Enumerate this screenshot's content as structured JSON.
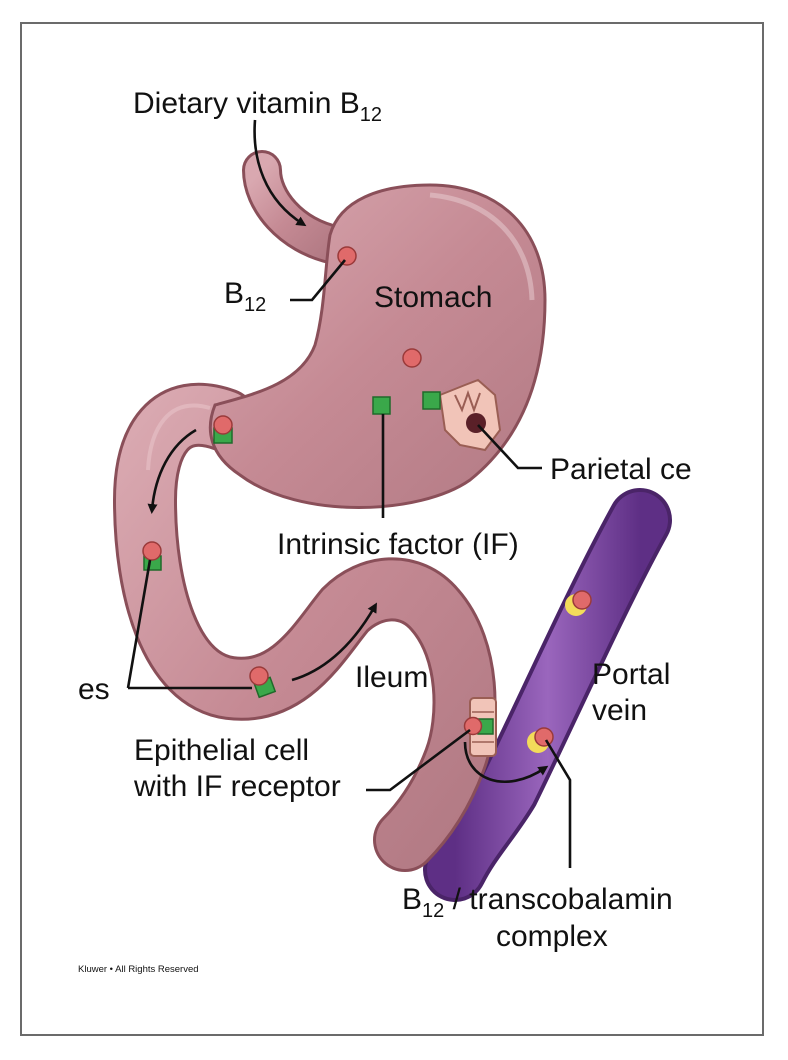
{
  "labels": {
    "dietary_prefix": "Dietary vitamin B",
    "dietary_sub": "12",
    "b12_prefix": "B",
    "b12_sub": "12",
    "stomach": "Stomach",
    "parietal": "Parietal ce",
    "intrinsic_factor": "Intrinsic factor (IF)",
    "complexes_partial": "es",
    "ileum": "Ileum",
    "portal_line1": "Portal",
    "portal_line2": "vein",
    "epithelial_line1": "Epithelial cell",
    "epithelial_line2": "with IF receptor",
    "complex_b": "B",
    "complex_sub": "12",
    "complex_rest": " / transcobalamin",
    "complex_line2": "complex",
    "credit": "Kluwer • All Rights Reserved"
  },
  "colors": {
    "stomach_fill": "#c98f98",
    "stomach_edge": "#8a4f59",
    "b12_dot": "#e06a6a",
    "intrinsic_factor": "#3aa84a",
    "portal_vein": "#7d4aa0",
    "transcobalamin": "#f3dc5a"
  }
}
